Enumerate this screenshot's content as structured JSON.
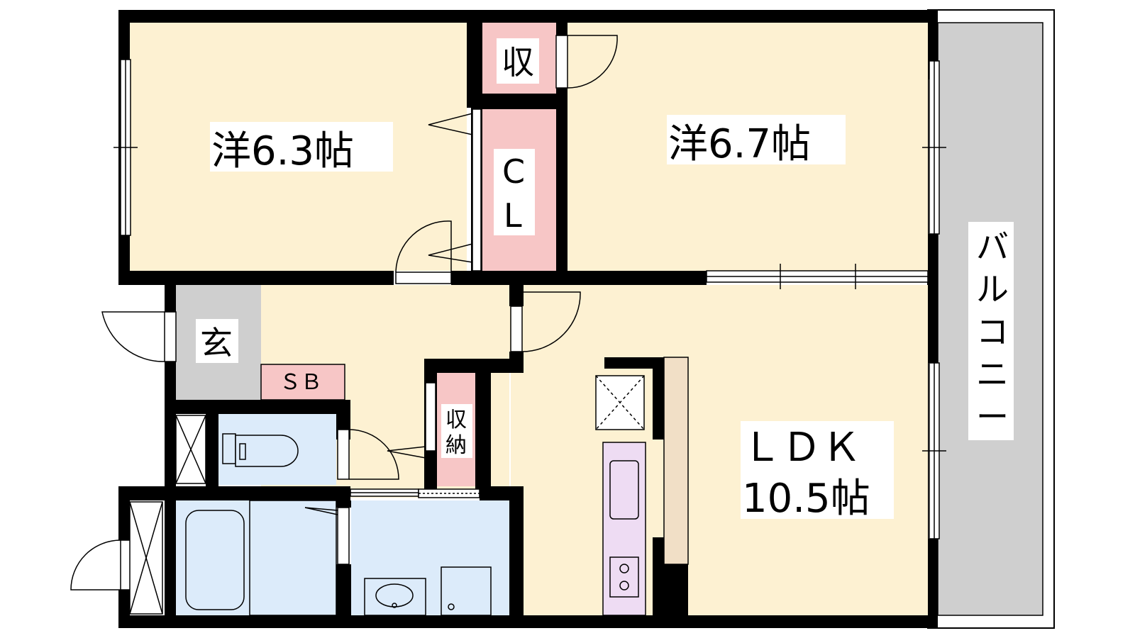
{
  "rooms": {
    "western_room_1": "洋6.3帖",
    "western_room_2": "洋6.7帖",
    "storage_top": "収",
    "closet_line1": "C",
    "closet_line2": "L",
    "entrance": "玄",
    "shoe_box": "ＳＢ",
    "storage_hall_line1": "収",
    "storage_hall_line2": "納",
    "ldk_line1": "ＬＤＫ",
    "ldk_line2": "10.5帖",
    "balcony": [
      "バ",
      "ル",
      "コ",
      "ニ",
      "ー"
    ]
  },
  "colors": {
    "room_fill": "#fdf1d2",
    "storage_fill": "#f7c6c6",
    "wet_area_fill": "#dcebfa",
    "entrance_fill": "#cfcfcf",
    "balcony_fill": "#cfcfcf",
    "kitchen_fill": "#eedcf3",
    "counter_fill": "#f1dfc6",
    "wall": "#000000"
  }
}
